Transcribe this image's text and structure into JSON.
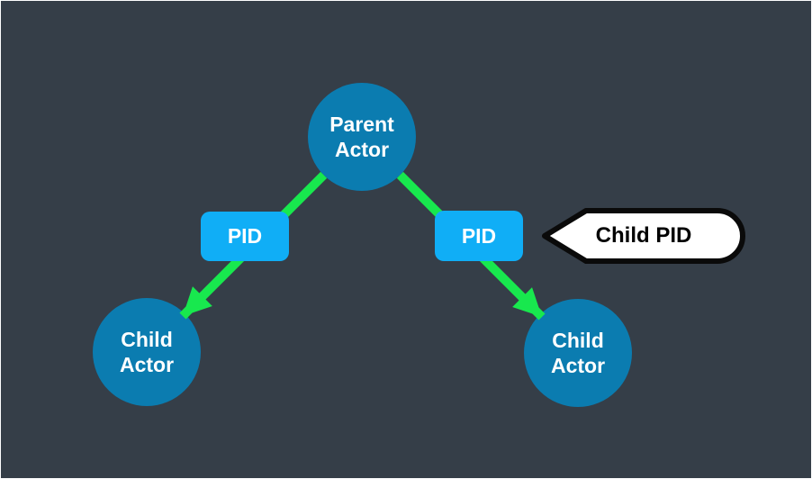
{
  "diagram": {
    "background": "#353E48",
    "frame_border": "#FDFDFD",
    "colors": {
      "actor_fill": "#0B7CB0",
      "pid_fill": "#10AEF6",
      "arrow_green": "#18E84E",
      "callout_fill": "#FFFFFF",
      "callout_border": "#0A0A0A",
      "actor_text": "#FFFFFF",
      "pid_text": "#FFFFFF",
      "callout_text": "#000000"
    },
    "nodes": {
      "parent_actor": {
        "line1": "Parent",
        "line2": "Actor"
      },
      "child_actor_left": {
        "line1": "Child",
        "line2": "Actor"
      },
      "child_actor_right": {
        "line1": "Child",
        "line2": "Actor"
      },
      "pid_left": {
        "label": "PID"
      },
      "pid_right": {
        "label": "PID"
      },
      "callout": {
        "label": "Child PID"
      }
    },
    "edges": [
      {
        "from": "parent_actor",
        "via": "pid_left",
        "to": "child_actor_left",
        "style": "green-arrow"
      },
      {
        "from": "parent_actor",
        "via": "pid_right",
        "to": "child_actor_right",
        "style": "green-arrow"
      }
    ]
  }
}
